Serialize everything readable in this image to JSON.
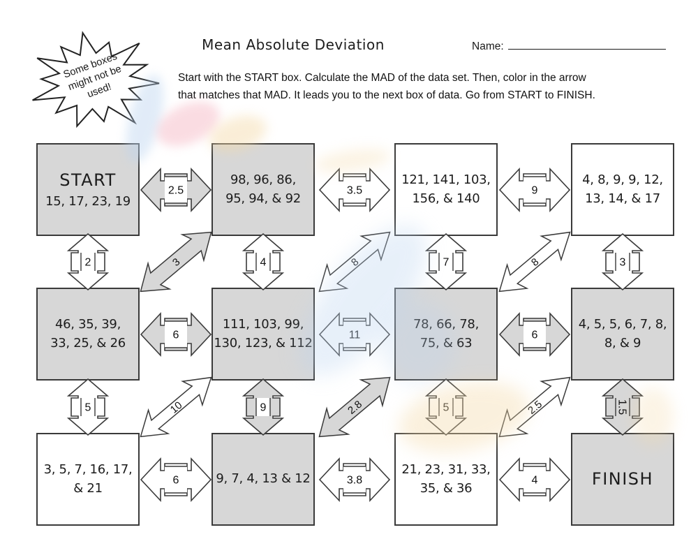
{
  "header": {
    "title": "Mean Absolute Deviation",
    "name_label": "Name:",
    "instructions": [
      "Start with the START box. Calculate the MAD of the data set. Then, color in the arrow",
      "that matches that MAD. It leads you to the next box of data. Go from START to FINISH."
    ]
  },
  "burst": {
    "lines": [
      "Some boxes",
      "might not be",
      "used!"
    ]
  },
  "maze": {
    "boxes": [
      {
        "kind": "start",
        "shaded": true,
        "lines": [
          "START",
          "15, 17, 23, 19"
        ]
      },
      {
        "kind": "data",
        "shaded": true,
        "lines": [
          "98, 96, 86,",
          "95, 94, & 92"
        ]
      },
      {
        "kind": "data",
        "shaded": false,
        "lines": [
          "121, 141, 103,",
          "156, & 140"
        ]
      },
      {
        "kind": "data",
        "shaded": false,
        "lines": [
          "4, 8, 9, 9, 12,",
          "13, 14, & 17"
        ]
      },
      {
        "kind": "data",
        "shaded": true,
        "lines": [
          "46, 35, 39,",
          "33, 25, & 26"
        ]
      },
      {
        "kind": "data",
        "shaded": true,
        "lines": [
          "111, 103, 99,",
          "130, 123, & 112"
        ]
      },
      {
        "kind": "data",
        "shaded": true,
        "lines": [
          "78, 66, 78,",
          "75, & 63"
        ]
      },
      {
        "kind": "data",
        "shaded": true,
        "lines": [
          "4, 5, 5, 6, 7, 8,",
          "8, & 9"
        ]
      },
      {
        "kind": "data",
        "shaded": false,
        "lines": [
          "3, 5, 7, 16, 17,",
          "& 21"
        ]
      },
      {
        "kind": "data",
        "shaded": true,
        "lines": [
          "9, 7, 4, 13 & 12"
        ]
      },
      {
        "kind": "data",
        "shaded": false,
        "lines": [
          "21, 23, 31, 33,",
          "35, & 36"
        ]
      },
      {
        "kind": "finish",
        "shaded": true,
        "lines": [
          "FINISH"
        ]
      }
    ],
    "h_arrows": [
      {
        "label": "2.5",
        "shaded": true
      },
      {
        "label": "3.5",
        "shaded": false
      },
      {
        "label": "9",
        "shaded": false
      },
      {
        "label": "6",
        "shaded": true
      },
      {
        "label": "11",
        "shaded": false
      },
      {
        "label": "6",
        "shaded": true
      },
      {
        "label": "6",
        "shaded": false
      },
      {
        "label": "3.8",
        "shaded": false
      },
      {
        "label": "4",
        "shaded": false
      }
    ],
    "v_arrows": [
      {
        "label": "2",
        "shaded": false
      },
      {
        "label": "4",
        "shaded": false
      },
      {
        "label": "7",
        "shaded": false
      },
      {
        "label": "3",
        "shaded": false
      },
      {
        "label": "5",
        "shaded": false
      },
      {
        "label": "9",
        "shaded": true
      },
      {
        "label": "5",
        "shaded": false
      },
      {
        "label": "1.5",
        "shaded": true,
        "rotated": true
      }
    ],
    "d_arrows": [
      {
        "label": "3",
        "shaded": true
      },
      {
        "label": "8",
        "shaded": false
      },
      {
        "label": "8",
        "shaded": false
      },
      {
        "label": "10",
        "shaded": false
      },
      {
        "label": "2.8",
        "shaded": true
      },
      {
        "label": "2.5",
        "shaded": false
      }
    ]
  },
  "colors": {
    "shaded_fill": "#d7d7d7",
    "outline": "#3a3a3a",
    "text": "#1a1a1a",
    "watermark_blue": "#bdd5f0",
    "watermark_pink": "#f6bac6",
    "watermark_orange": "#f4d9a7"
  }
}
